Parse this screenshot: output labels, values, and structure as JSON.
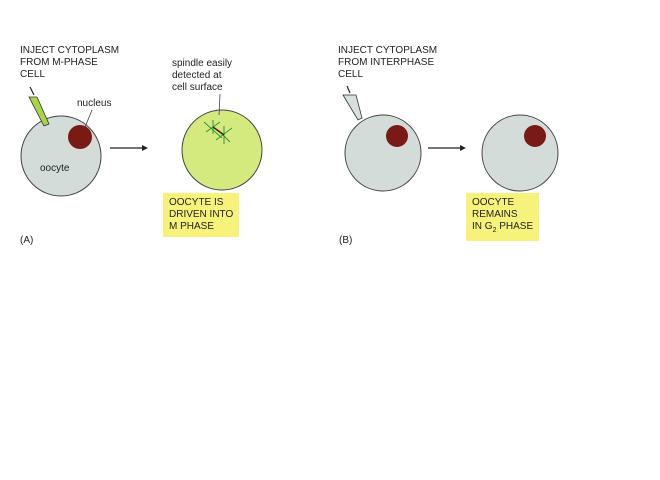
{
  "panel_a": {
    "label": "(A)",
    "inject": "INJECT CYTOPLASM\nFROM M-PHASE\nCELL",
    "nucleus": "nucleus",
    "oocyte": "oocyte",
    "spindle": "spindle easily\ndetected at\ncell surface",
    "result": "OOCYTE IS\nDRIVEN INTO\nM PHASE"
  },
  "panel_b": {
    "label": "(B)",
    "inject": "INJECT CYTOPLASM\nFROM INTERPHASE\nCELL",
    "result_1": "OOCYTE\nREMAINS\nIN G",
    "result_sub": "2",
    "result_2": " PHASE"
  },
  "colors": {
    "cell": "#d3dcd9",
    "m_phase_cell": "#d4ea7e",
    "nucleus": "#7a1a14",
    "result_box": "#f7f27a",
    "spindle": "#2a9a3a"
  }
}
